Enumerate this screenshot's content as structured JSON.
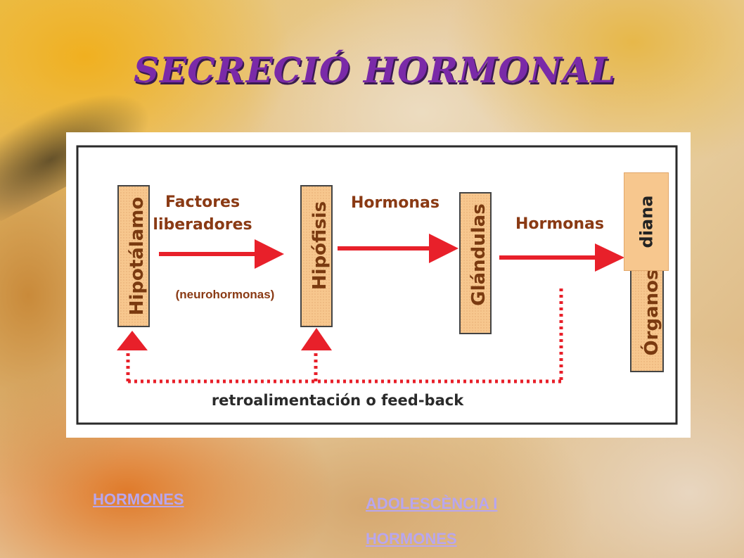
{
  "slide": {
    "title": "SECRECIÓ HORMONAL"
  },
  "diagram": {
    "boxes": {
      "hipotalamo": "Hipotálamo",
      "hipofisis": "Hipófisis",
      "glandulas": "Glándulas",
      "organos": "Órganos"
    },
    "arrow1_label_line1": "Factores",
    "arrow1_label_line2": "liberadores",
    "arrow1_sublabel": "(neurohormonas)",
    "arrow2_label": "Hormonas",
    "arrow3_label": "Hormonas",
    "feedback_label": "retroalimentación o feed-back",
    "diana_label": "diana"
  },
  "links": {
    "hormones_left": "HORMONES",
    "adolescencia": "ADOLESCÈNCIA I",
    "hormones_right": "HORMONES"
  },
  "colors": {
    "title": "#7a2aa8",
    "arrow": "#e8202a",
    "box_fill": "#f7c78e",
    "link": "#b8a6ee"
  }
}
